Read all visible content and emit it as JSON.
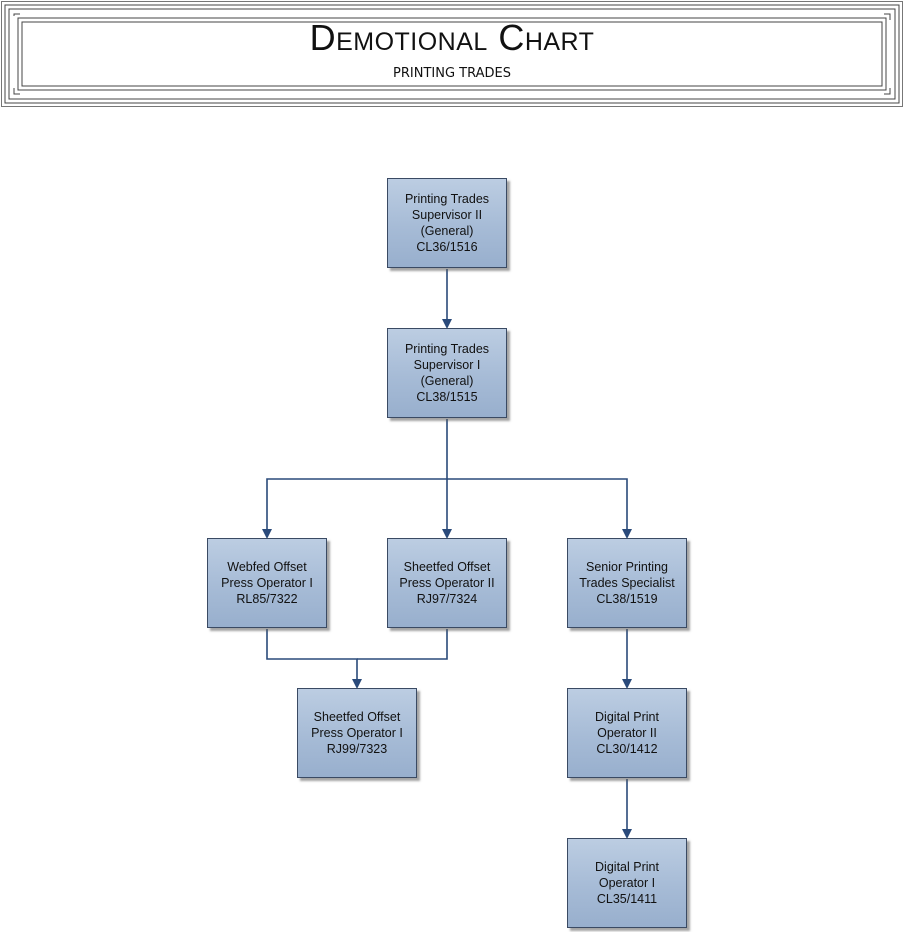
{
  "header": {
    "title": "Demotional Chart",
    "subtitle": "PRINTING TRADES"
  },
  "colors": {
    "node_fill": "#a6bbd6",
    "node_border": "#3a4a63",
    "connector": "#2a4a7a"
  },
  "nodes": [
    {
      "id": "n1",
      "lines": [
        "Printing Trades",
        "Supervisor II",
        "(General)",
        "CL36/1516"
      ]
    },
    {
      "id": "n2",
      "lines": [
        "Printing Trades",
        "Supervisor I",
        "(General)",
        "CL38/1515"
      ]
    },
    {
      "id": "n3",
      "lines": [
        "Webfed Offset",
        "Press Operator I",
        "RL85/7322"
      ]
    },
    {
      "id": "n4",
      "lines": [
        "Sheetfed Offset",
        "Press Operator II",
        "RJ97/7324"
      ]
    },
    {
      "id": "n5",
      "lines": [
        "Senior Printing",
        "Trades Specialist",
        "CL38/1519"
      ]
    },
    {
      "id": "n6",
      "lines": [
        "Sheetfed Offset",
        "Press Operator I",
        "RJ99/7323"
      ]
    },
    {
      "id": "n7",
      "lines": [
        "Digital Print",
        "Operator II",
        "CL30/1412"
      ]
    },
    {
      "id": "n8",
      "lines": [
        "Digital Print",
        "Operator I",
        "CL35/1411"
      ]
    }
  ]
}
